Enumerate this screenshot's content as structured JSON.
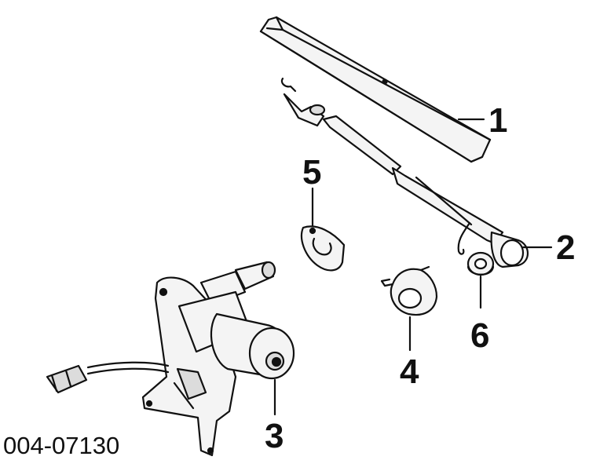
{
  "callouts": {
    "c1": "1",
    "c2": "2",
    "c3": "3",
    "c4": "4",
    "c5": "5",
    "c6": "6"
  },
  "reference_code": "004-07130",
  "colors": {
    "ink": "#111111",
    "paper": "#ffffff",
    "light_fill": "#f4f4f4",
    "mid_fill": "#dcdcdc"
  }
}
